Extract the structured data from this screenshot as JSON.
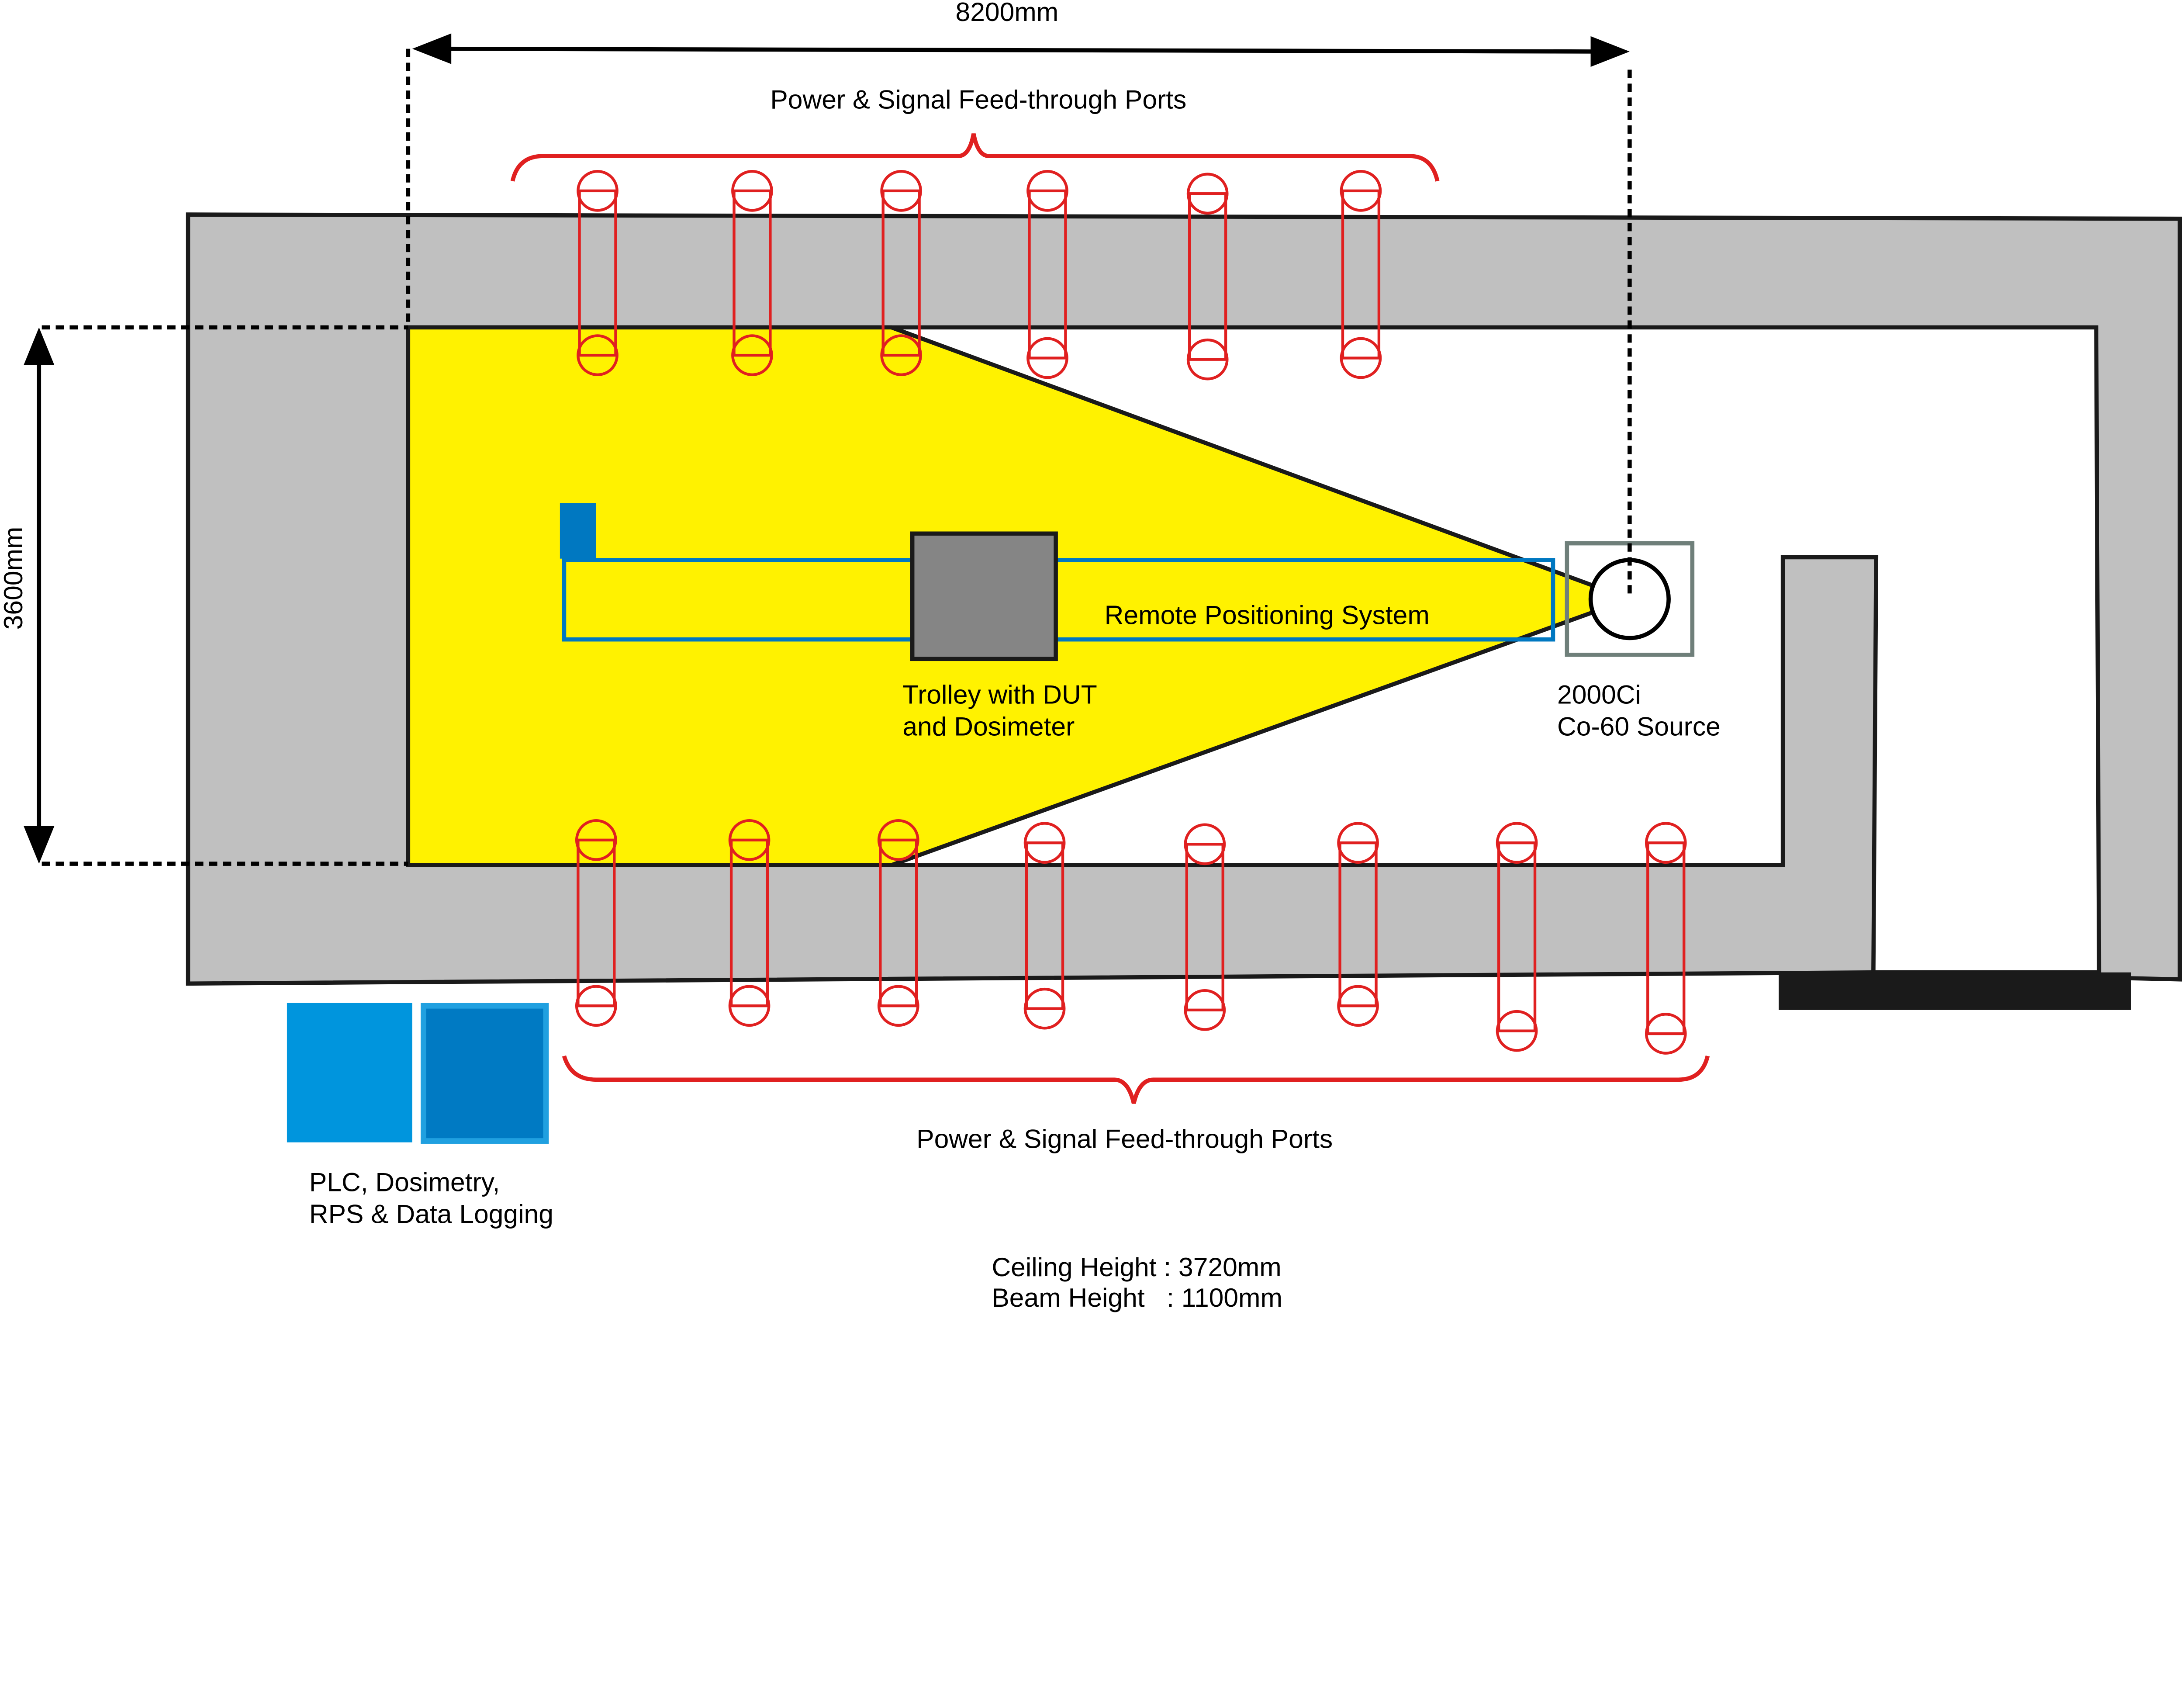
{
  "dimensions": {
    "width_label": "8200mm",
    "height_label": "3600mm"
  },
  "labels": {
    "top_ports": "Power & Signal Feed-through Ports",
    "bottom_ports": "Power & Signal Feed-through Ports",
    "rps": "Remote Positioning System",
    "trolley_line1": "Trolley with DUT",
    "trolley_line2": "and Dosimeter",
    "source_line1": "2000Ci",
    "source_line2": "Co-60 Source",
    "control_line1": "PLC, Dosimetry,",
    "control_line2": "RPS & Data Logging",
    "ceiling": "Ceiling Height : 3720mm",
    "beam": "Beam Height   : 1100mm"
  },
  "colors": {
    "wall": "#c0c0c0",
    "beam_field": "#fff200",
    "rail": "#0078c1",
    "trolley": "#858585",
    "ports": "#e02020",
    "source_frame": "#6f7f7a",
    "control_box_1": "#0095dd",
    "control_box_2": "#007ac3"
  }
}
